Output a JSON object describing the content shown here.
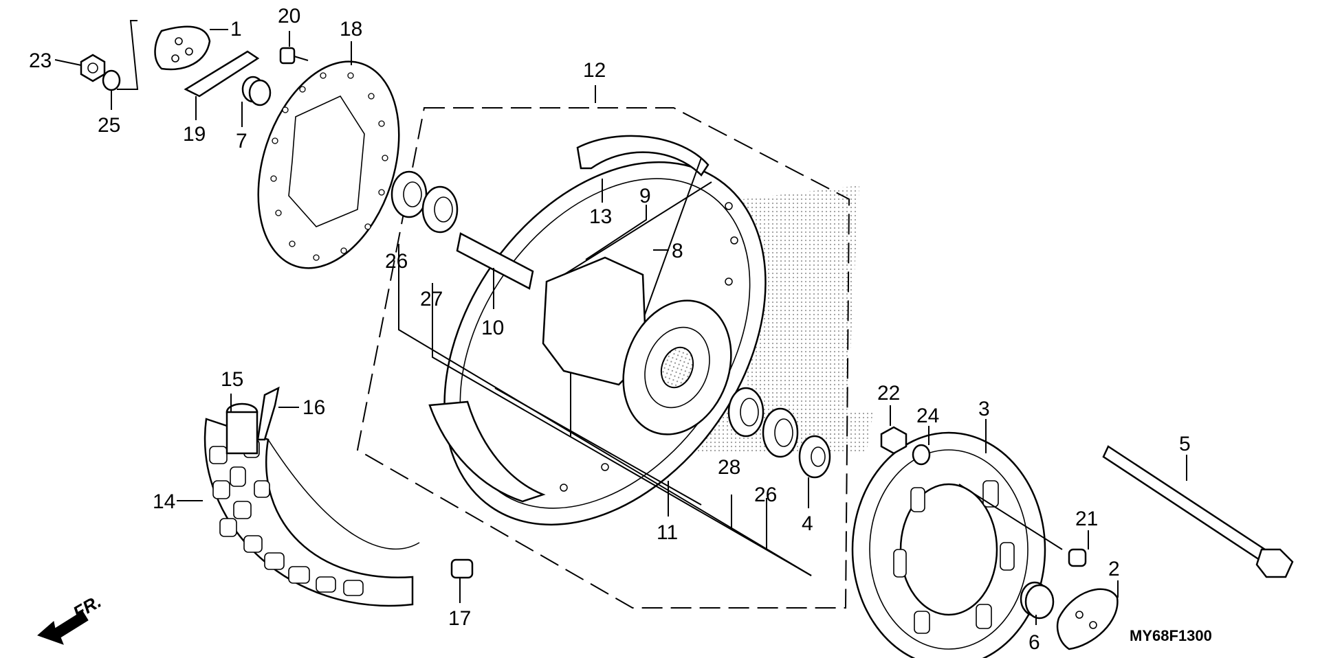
{
  "diagram_code": "MY68F1300",
  "front_indicator": "FR.",
  "parts": [
    {
      "number": "1"
    },
    {
      "number": "2"
    },
    {
      "number": "3"
    },
    {
      "number": "4"
    },
    {
      "number": "5"
    },
    {
      "number": "6"
    },
    {
      "number": "7"
    },
    {
      "number": "8"
    },
    {
      "number": "9"
    },
    {
      "number": "10"
    },
    {
      "number": "11"
    },
    {
      "number": "12"
    },
    {
      "number": "13"
    },
    {
      "number": "14"
    },
    {
      "number": "15"
    },
    {
      "number": "16"
    },
    {
      "number": "17"
    },
    {
      "number": "18"
    },
    {
      "number": "19"
    },
    {
      "number": "20"
    },
    {
      "number": "21"
    },
    {
      "number": "22"
    },
    {
      "number": "23"
    },
    {
      "number": "24"
    },
    {
      "number": "25"
    },
    {
      "number": "26"
    },
    {
      "number": "27"
    },
    {
      "number": "28"
    },
    {
      "number": "26"
    }
  ],
  "colors": {
    "ink": "#000000",
    "paper": "#ffffff",
    "screen": "#9a9a9a"
  }
}
